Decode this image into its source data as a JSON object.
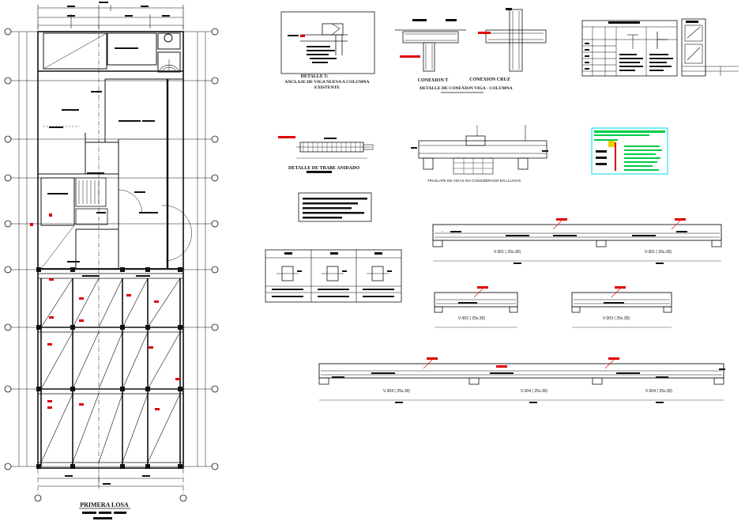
{
  "plan": {
    "title": "PRIMERA LOSA"
  },
  "details": {
    "anchorage_line1": "DETALLE 5:",
    "anchorage_line2": "ANCLAJE DE VIGA NUEVA A COLUMNA",
    "anchorage_line3": "EXISTENTE",
    "connection_t": "CONEXION T",
    "connection_cross": "CONEXION CRUZ",
    "connection_title": "DETALLE DE CONEXION VIGA - COLUMNA",
    "tie_title": "DETALLE DE TRABE ANIDADO",
    "overlap_title": "TRASLAPE DE VIGAS NO CONSIDERADO EN LLUVIAS"
  },
  "beams": {
    "v301": "V-301 ( 25x.30)",
    "v302": "V-302 ( 25x.30)",
    "v303": "V-303 ( 25x.30)",
    "v304": "V-304 ( 25x.30)"
  },
  "colors": {
    "line": "#111111",
    "accent_red": "#e00000",
    "legend_green": "#00cc44",
    "legend_cyan": "#00d8e8",
    "legend_yellow": "#e8d000"
  }
}
